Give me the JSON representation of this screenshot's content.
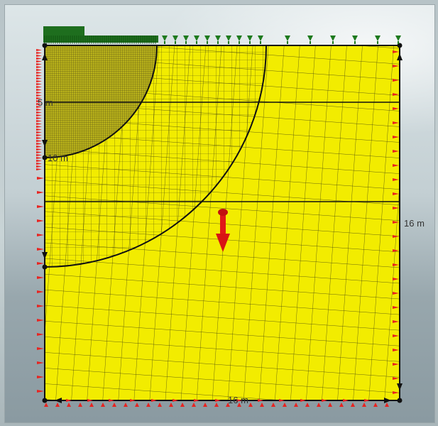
{
  "model": {
    "labels": {
      "depth_5": "5 m",
      "depth_10": "10 m",
      "height": "16 m",
      "width": "16 m"
    },
    "colors": {
      "soil": "#f2ec00",
      "mesh_line": "#3a3a10",
      "boundary": "#111111",
      "surcharge": "#1e6e1e",
      "support_marker": "#e8231f",
      "self_weight_arrow": "#e01818"
    }
  }
}
